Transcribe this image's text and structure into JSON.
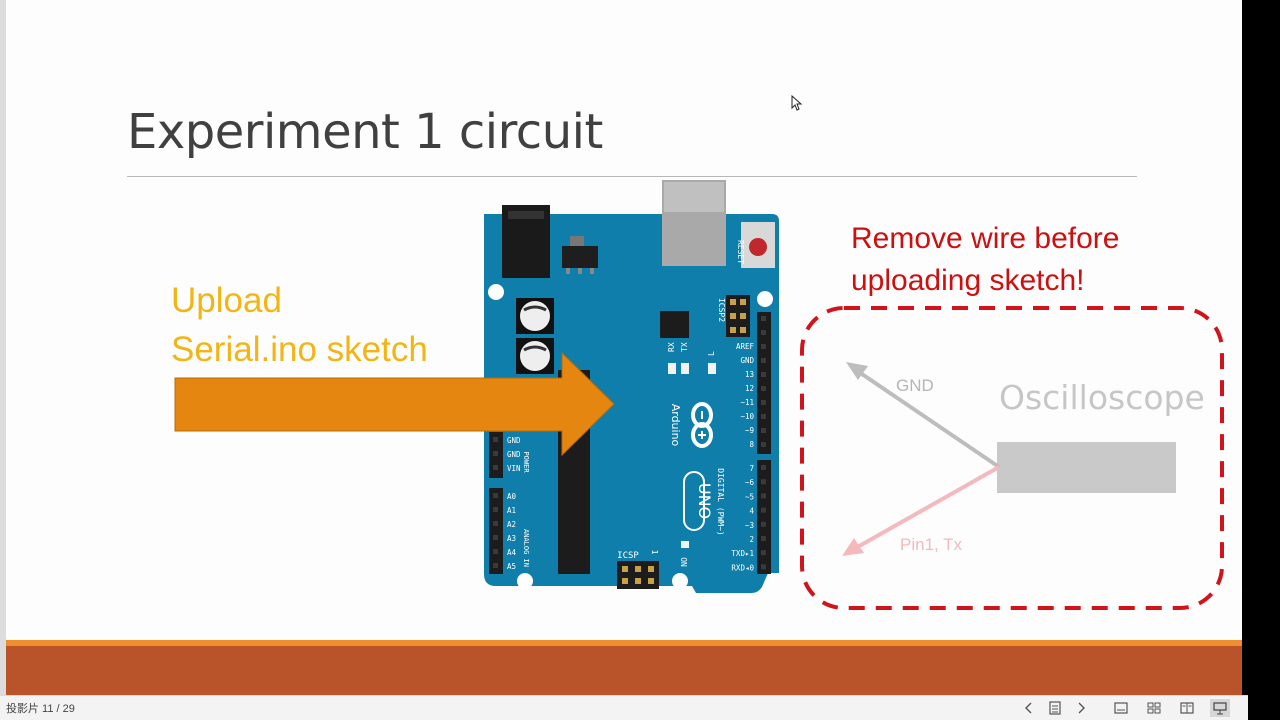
{
  "slide": {
    "title": "Experiment 1 circuit",
    "upload_line1": "Upload",
    "upload_line2": "Serial.ino sketch",
    "warning_line1": "Remove wire before",
    "warning_line2": "uploading sketch!",
    "scope_label": "Oscilloscope",
    "gnd_label": "GND",
    "pin_label": "Pin1, Tx"
  },
  "board": {
    "reset": "RESET",
    "icsp2": "ICSP2",
    "tx": "TX",
    "rx": "RX",
    "l": "L",
    "brand": "Arduino",
    "model": "UNO",
    "on": "ON",
    "icsp": "ICSP",
    "icsp_num": "1",
    "digital": "DIGITAL (PWM~)",
    "power": "POWER",
    "analog": "ANALOG IN",
    "digital_top_pins": [
      "AREF",
      "GND",
      "13",
      "12",
      "~11",
      "~10",
      "~9",
      "8"
    ],
    "digital_bottom_pins": [
      "7",
      "~6",
      "~5",
      "4",
      "~3",
      "2",
      "TXD▸1",
      "RXD◂0"
    ],
    "power_pins": [
      "GND",
      "GND",
      "VIN"
    ],
    "analog_pins": [
      "A0",
      "A1",
      "A2",
      "A3",
      "A4",
      "A5"
    ]
  },
  "statusbar": {
    "slide_counter": "投影片 11 / 29"
  },
  "colors": {
    "board": "#0f7eaa",
    "arrow": "#e4860f",
    "upload_text": "#f2b515",
    "warning": "#cc1010",
    "footer": "#b9532a",
    "footer_accent": "#ee8e2f"
  }
}
